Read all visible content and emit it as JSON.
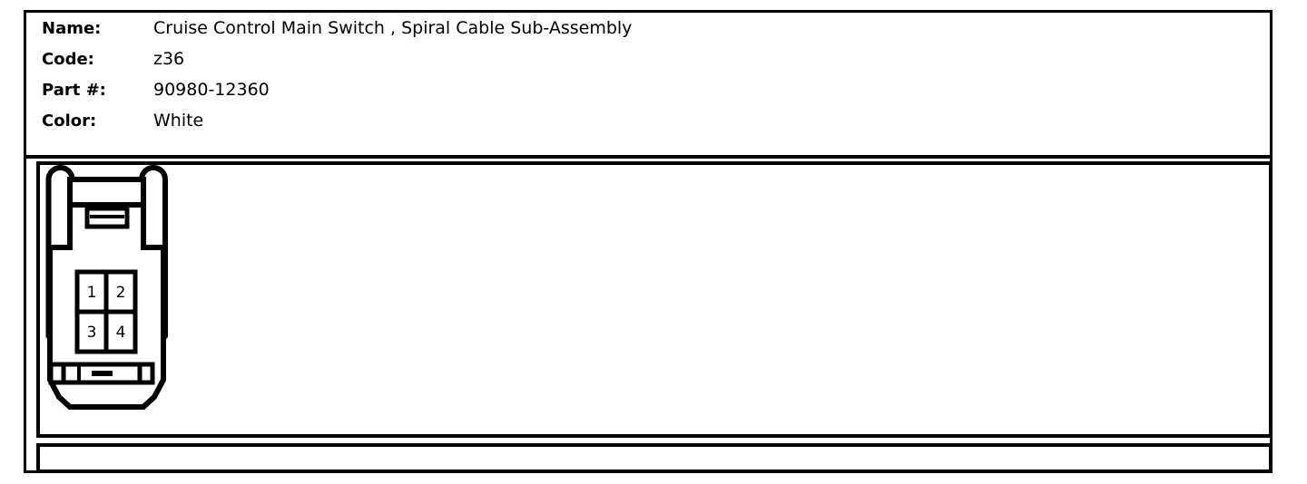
{
  "document": {
    "type": "connector-datasheet-card",
    "info_fields": [
      {
        "label": "Name:",
        "value": "Cruise Control Main Switch , Spiral Cable Sub-Assembly"
      },
      {
        "label": "Code:",
        "value": "z36"
      },
      {
        "label": "Part #:",
        "value": "90980-12360"
      },
      {
        "label": "Color:",
        "value": "White"
      }
    ]
  },
  "diagram": {
    "title": "connector-front-view",
    "pin_count": 4,
    "pin_rows": [
      [
        "1",
        "2"
      ],
      [
        "3",
        "4"
      ]
    ],
    "pins": [
      {
        "number": "1",
        "row": 1,
        "col": 1
      },
      {
        "number": "2",
        "row": 1,
        "col": 2
      },
      {
        "number": "3",
        "row": 2,
        "col": 1
      },
      {
        "number": "4",
        "row": 2,
        "col": 2
      }
    ],
    "stroke_color": "#000000",
    "fill_color": "#ffffff"
  },
  "colors": {
    "ink": "#000000",
    "paper": "#ffffff"
  }
}
